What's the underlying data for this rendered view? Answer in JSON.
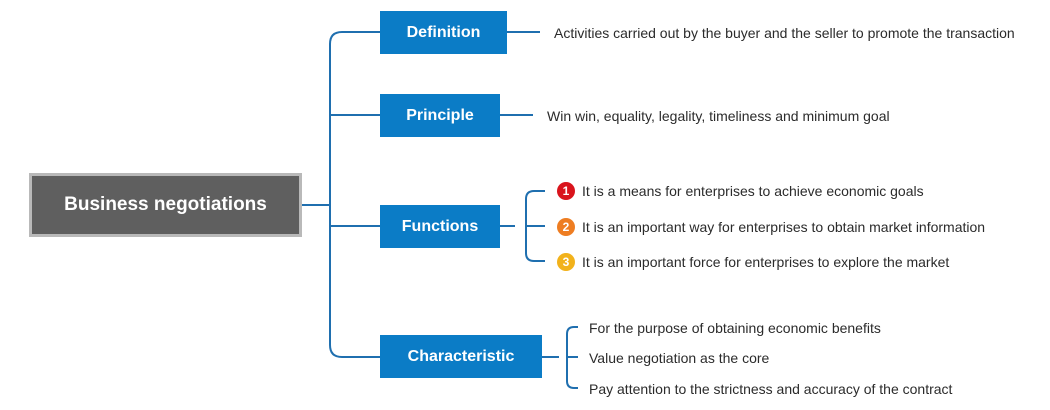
{
  "root": {
    "label": "Business negotiations"
  },
  "branches": [
    {
      "label": "Definition",
      "items": [
        "Activities carried out by the buyer and the seller to promote the transaction"
      ]
    },
    {
      "label": "Principle",
      "items": [
        "Win win, equality, legality, timeliness and minimum goal"
      ]
    },
    {
      "label": "Functions",
      "items": [
        "It is a means for enterprises to achieve economic goals",
        "It is an important way for enterprises to obtain market information",
        "It is an important force for enterprises to explore the market"
      ]
    },
    {
      "label": "Characteristic",
      "items": [
        "For the purpose of obtaining economic benefits",
        "Value negotiation as the core",
        "Pay attention to the strictness and accuracy of the contract"
      ]
    }
  ],
  "function_numbers": [
    "1",
    "2",
    "3"
  ],
  "colors": {
    "branch_fill": "#0b7cc6",
    "connector": "#1f6faf",
    "root_fill": "#5f5f5f",
    "root_border": "#b9b9b9",
    "number_1": "#d9141c",
    "number_2": "#ee7d22",
    "number_3": "#f2b21b"
  }
}
